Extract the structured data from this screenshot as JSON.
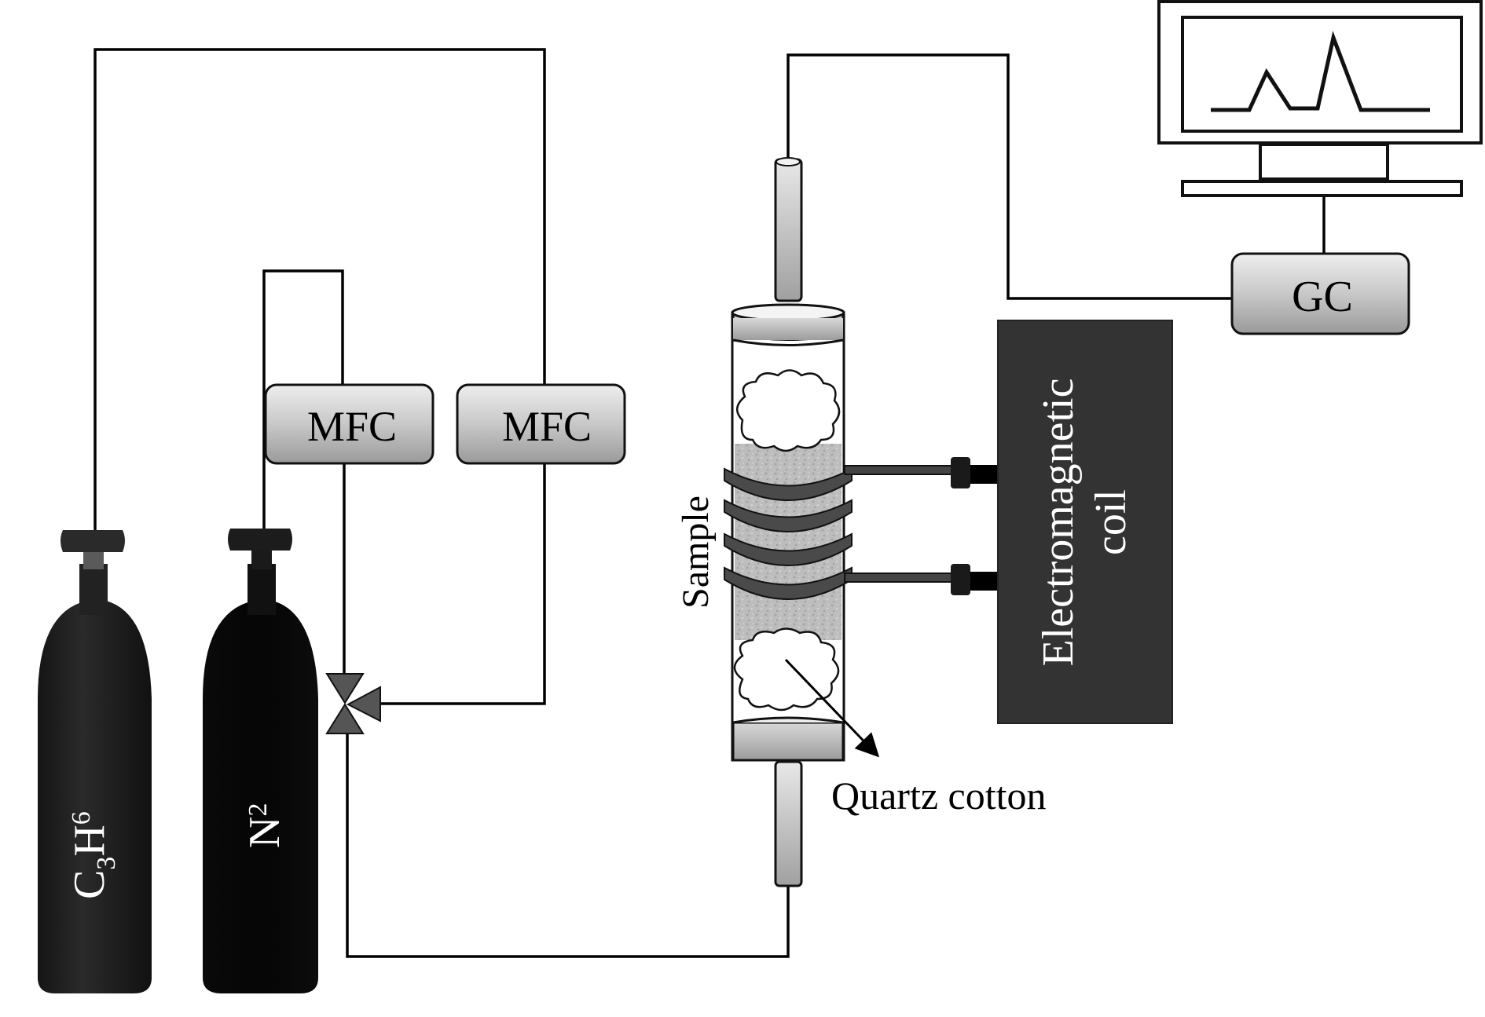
{
  "figure": {
    "type": "experimental setup schematic",
    "components": {
      "cylinder_c3h6": {
        "label_main": "C",
        "label_sub1": "3",
        "label_mid": "H",
        "label_sub2": "6"
      },
      "cylinder_n2": {
        "label_main": "N",
        "label_sub": "2"
      },
      "mfc_left": {
        "label": "MFC"
      },
      "mfc_right": {
        "label": "MFC"
      },
      "reactor": {
        "sample_label": "Sample",
        "cotton_label": "Quartz cotton"
      },
      "coil_box": {
        "line1": "Electromagnetic",
        "line2": "coil"
      },
      "gc": {
        "label": "GC"
      }
    },
    "colors": {
      "coil_box": "#333333",
      "cylinder": "#0a0a0a",
      "valve": "#555555",
      "box_gradient_top": "#eeeeee",
      "box_gradient_bottom": "#9a9a9a"
    }
  }
}
